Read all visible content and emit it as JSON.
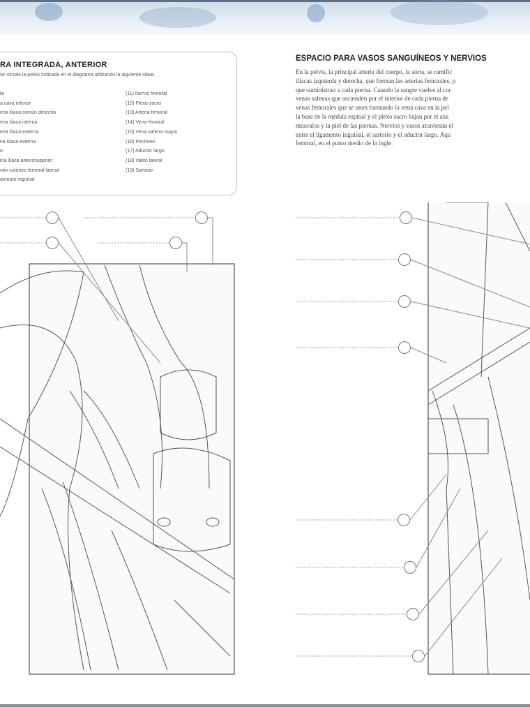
{
  "left_page": {
    "legend_title": "RA INTEGRADA, ANTERIOR",
    "legend_subtitle": "ún simple la pelvis indicada en el diagrama utilizando la siguiente clave.",
    "legend_col1": [
      "ta",
      "a cava inferior",
      "eria ilíaca común derecha",
      "eria ilíaca interna",
      "eria ilíaca externa",
      "na ilíaca externa",
      "o",
      "ina ilíaca anterosuperior",
      "rvio cutáneo femoral lateral",
      "amento inguinal"
    ],
    "legend_col2": [
      "(11) Nervio femoral",
      "(12) Plexo sacro",
      "(13) Arteria femoral",
      "(14) Vena femoral",
      "(15) Vena safena mayor",
      "(16) Pectíneo",
      "(17) Aductor largo",
      "(18) Vasto lateral",
      "(19) Sartorio"
    ]
  },
  "right_page": {
    "title": "ESPACIO PARA VASOS SANGUÍNEOS Y NERVIOS",
    "paragraph_lines": [
      "En la pelvis, la principal arteria del cuerpo, la aorta, se ramific",
      "ilíacas izquierda y derecha, que forman las arterias femorales, p",
      "que suministran a cada pierna. Cuando la sangre vuelve al cor",
      "venas safenas que ascienden por el interior de cada pierna de",
      "venas femorales que se unen formando la vena cava en la pel",
      "la base de la médula espinal y el plexo sacro bajan por el ana",
      "músculos y la piel de las piernas. Nervios y vasos atraviesan el",
      "entre el ligamento inguinal, el sartorio y el aductor largo. Aqu",
      "femoral, en el punto medio de la ingle."
    ]
  },
  "colors": {
    "banner": "#7e9fc4",
    "rule": "#5a6f88",
    "box_border": "#b9c3cd"
  }
}
